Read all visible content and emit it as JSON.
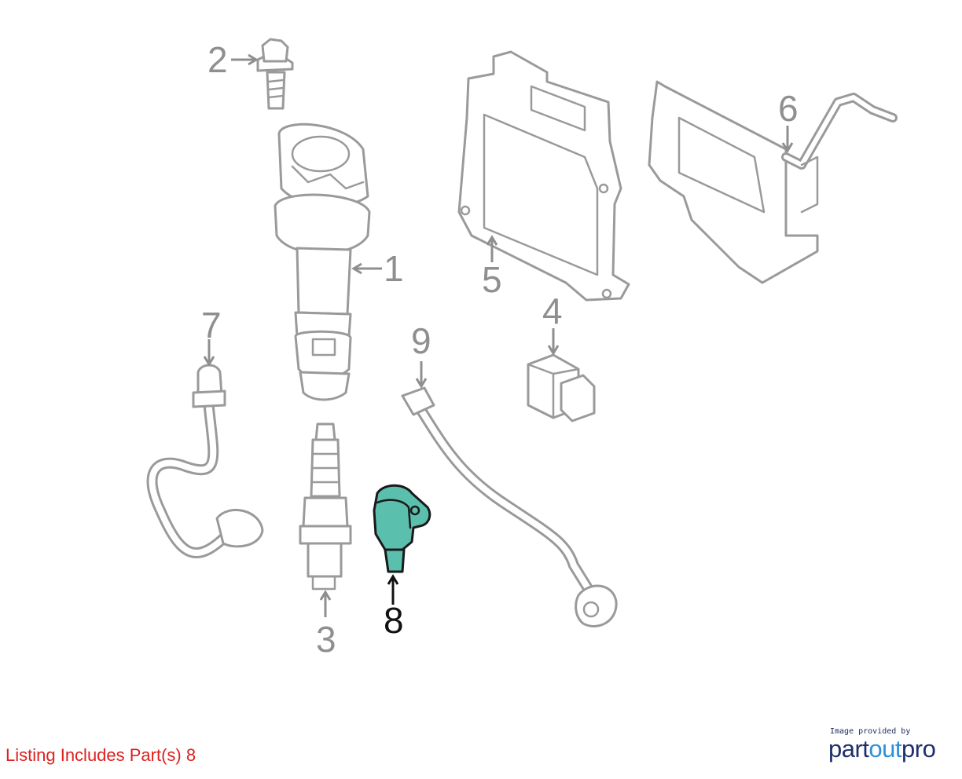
{
  "diagram": {
    "parts": [
      {
        "label": "1",
        "name": "ignition-coil"
      },
      {
        "label": "2",
        "name": "bolt"
      },
      {
        "label": "3",
        "name": "spark-plug"
      },
      {
        "label": "4",
        "name": "relay-module"
      },
      {
        "label": "5",
        "name": "engine-control-module"
      },
      {
        "label": "6",
        "name": "ecm-bracket"
      },
      {
        "label": "7",
        "name": "oxygen-sensor"
      },
      {
        "label": "8",
        "name": "camshaft-position-sensor",
        "highlighted": true
      },
      {
        "label": "9",
        "name": "knock-sensor"
      }
    ],
    "highlight_color": "#5bbfae"
  },
  "footer": {
    "listing_note": "Listing Includes Part(s) 8",
    "listing_color": "#e02020",
    "credit_caption": "Image provided by",
    "brand": {
      "part": "part",
      "out": "out",
      "pro": "pro"
    }
  }
}
